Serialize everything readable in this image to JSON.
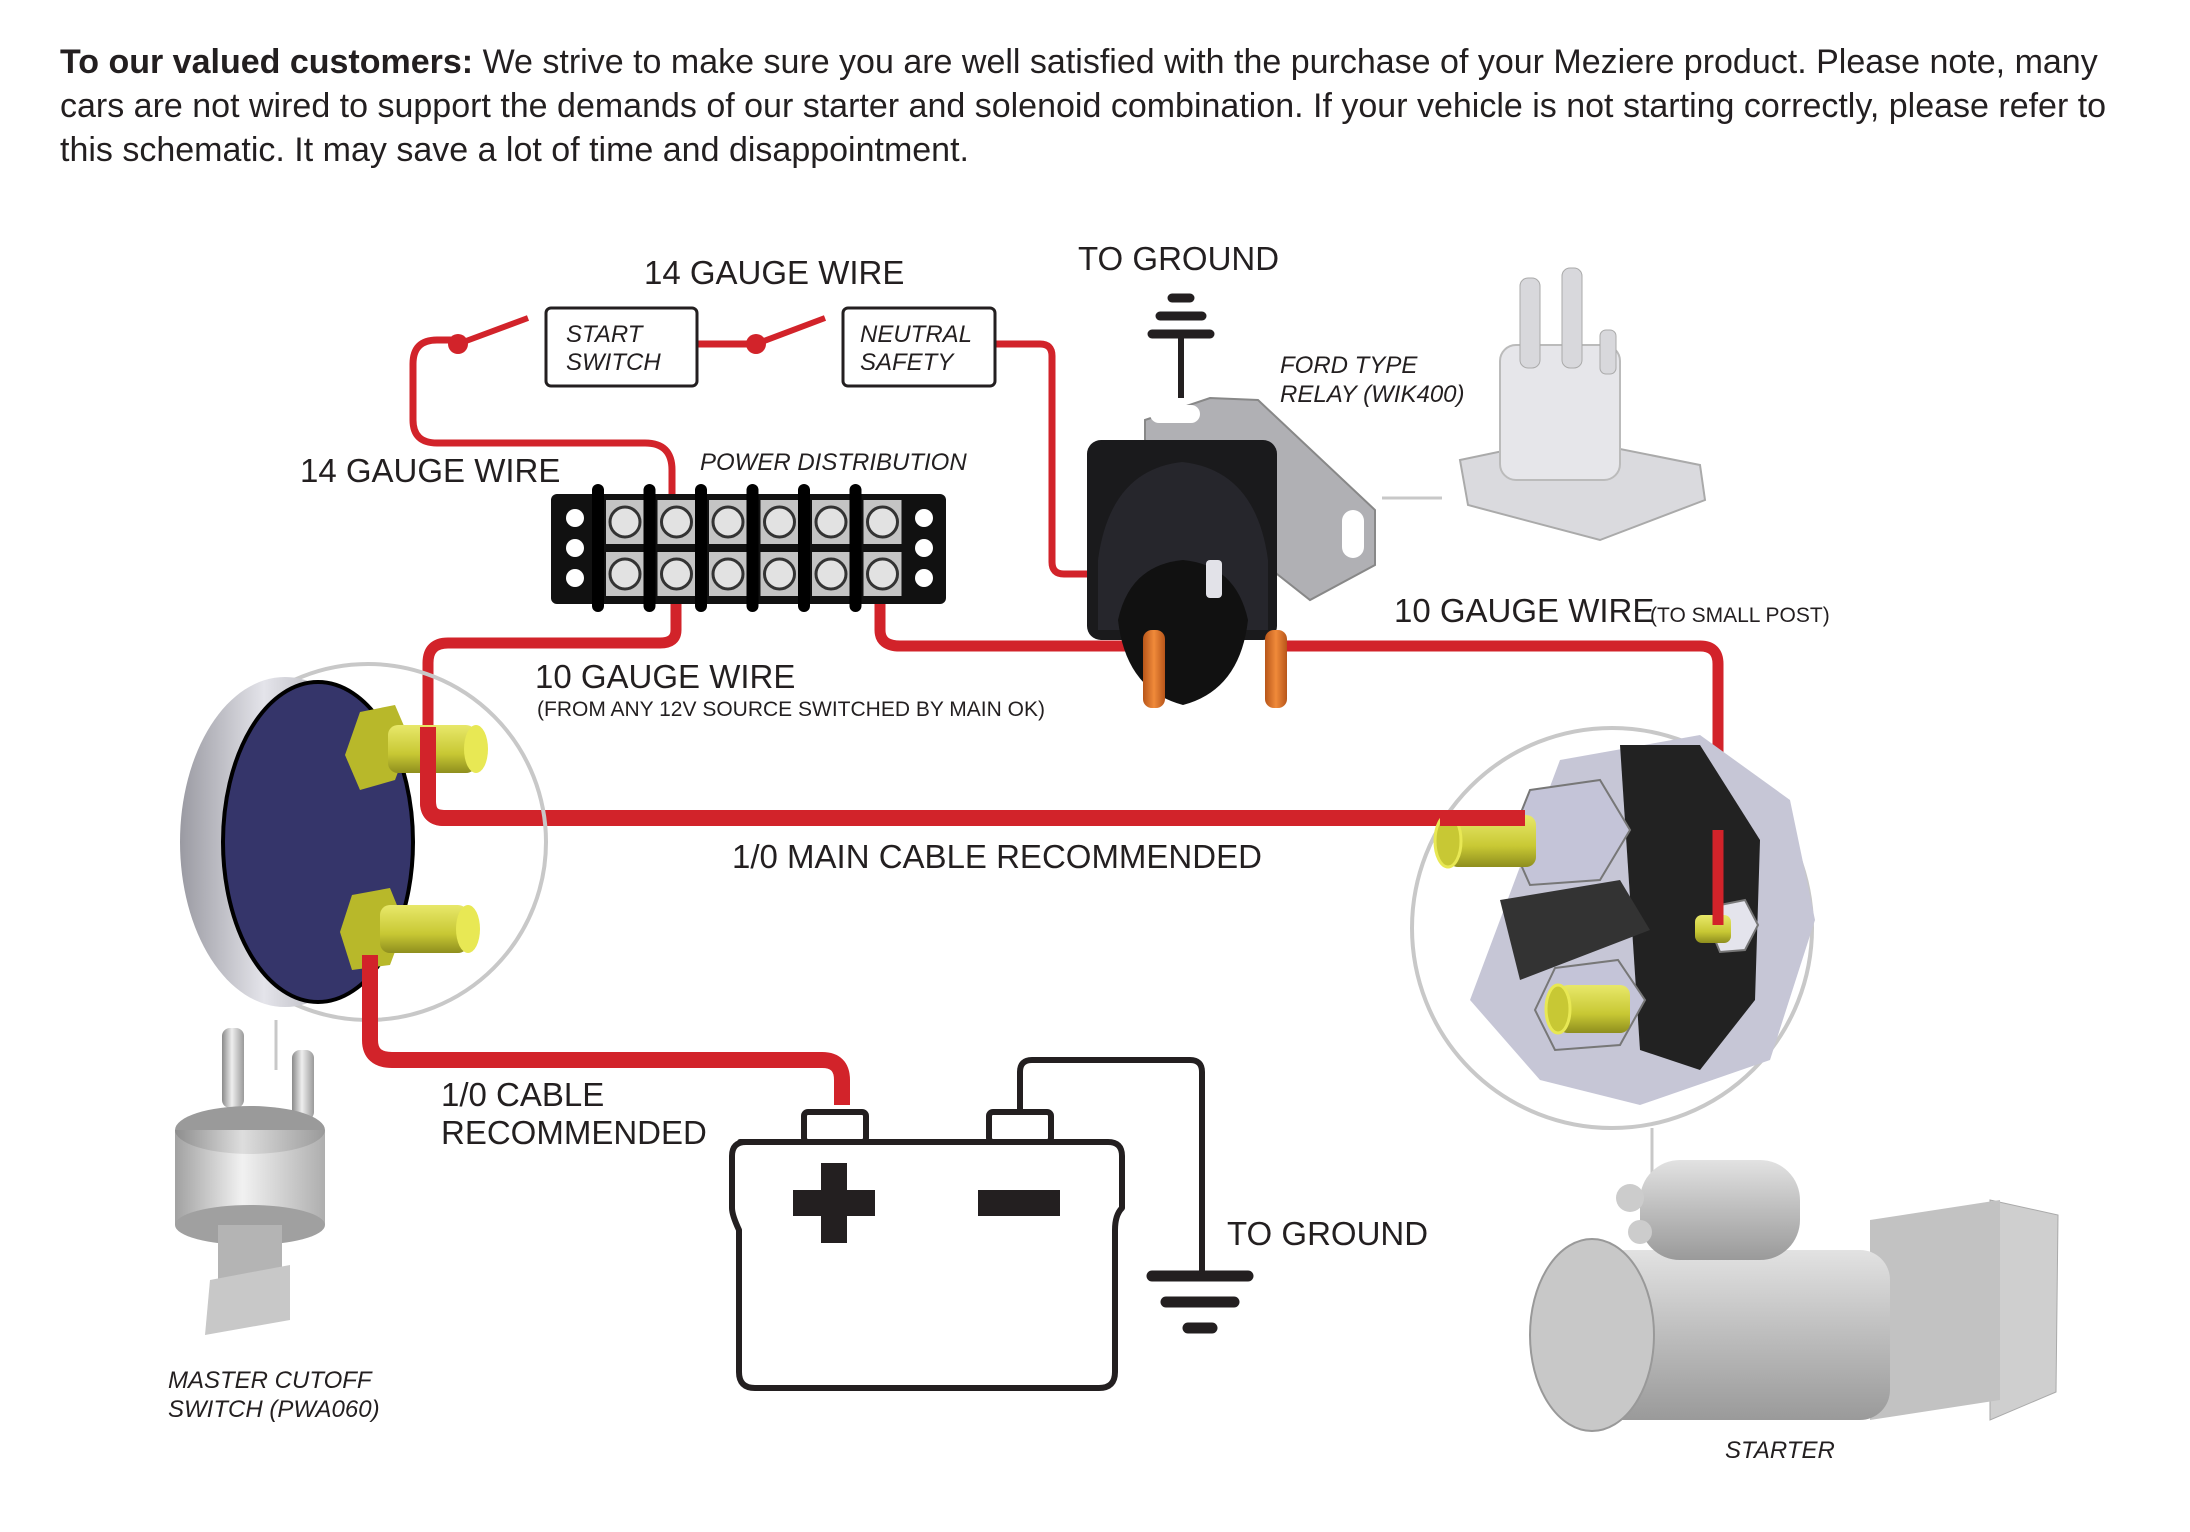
{
  "intro": {
    "lead": "To our valued customers:",
    "body": " We strive to make sure you are well satisfied with the purchase of your Meziere product. Please note, many cars are not wired to support the demands of our starter and solenoid combination. If your vehicle is not starting correctly, please refer to this schematic. It may save a lot of time and disappointment."
  },
  "colors": {
    "wire": "#d2232a",
    "ink": "#231f20",
    "callout": "#c8c8c8",
    "post_brass": "#c8c834",
    "post_copper": "#e07a26",
    "switch_face": "#35356a"
  },
  "labels": {
    "gauge14_top": "14 GAUGE WIRE",
    "gauge14_left": "14 GAUGE WIRE",
    "start_switch_l1": "START",
    "start_switch_l2": "SWITCH",
    "neutral_safety_l1": "NEUTRAL",
    "neutral_safety_l2": "SAFETY",
    "to_ground_relay": "TO GROUND",
    "ford_relay_l1": "FORD TYPE",
    "ford_relay_l2": "RELAY (WIK400)",
    "power_distribution": "POWER DISTRIBUTION",
    "gauge10_main": "10 GAUGE WIRE",
    "gauge10_note": "(FROM ANY 12V SOURCE SWITCHED BY MAIN OK)",
    "gauge10_small_post": "10 GAUGE WIRE",
    "gauge10_small_post_note": "(TO SMALL POST)",
    "main_cable": "1/0 MAIN CABLE RECOMMENDED",
    "cable_l1": "1/0 CABLE",
    "cable_l2": "RECOMMENDED",
    "to_ground_battery": "TO GROUND",
    "master_cutoff_l1": "MASTER CUTOFF",
    "master_cutoff_l2": "SWITCH (PWA060)",
    "starter": "STARTER"
  },
  "components": [
    {
      "name": "start-switch",
      "icon": "switch-box"
    },
    {
      "name": "neutral-safety",
      "icon": "switch-box"
    },
    {
      "name": "power-distribution-block",
      "terminals": 6
    },
    {
      "name": "ford-type-relay",
      "part": "WIK400"
    },
    {
      "name": "master-cutoff-switch",
      "part": "PWA060"
    },
    {
      "name": "battery",
      "terminals": [
        "+",
        "-"
      ]
    },
    {
      "name": "starter"
    }
  ]
}
